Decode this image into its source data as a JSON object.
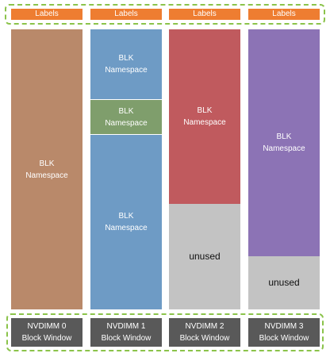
{
  "labels": [
    "Labels",
    "Labels",
    "Labels",
    "Labels"
  ],
  "columns": [
    {
      "segments": [
        {
          "line1": "BLK",
          "line2": "Namespace"
        }
      ]
    },
    {
      "segments": [
        {
          "line1": "BLK",
          "line2": "Namespace"
        },
        {
          "line1": "BLK",
          "line2": "Namespace"
        },
        {
          "line1": "BLK",
          "line2": "Namespace"
        }
      ]
    },
    {
      "segments": [
        {
          "line1": "BLK",
          "line2": "Namespace"
        },
        {
          "line1": "unused"
        }
      ]
    },
    {
      "segments": [
        {
          "line1": "BLK",
          "line2": "Namespace"
        },
        {
          "line1": "unused"
        }
      ]
    }
  ],
  "footers": [
    {
      "line1": "NVDIMM 0",
      "line2": "Block Window"
    },
    {
      "line1": "NVDIMM 1",
      "line2": "Block Window"
    },
    {
      "line1": "NVDIMM 2",
      "line2": "Block Window"
    },
    {
      "line1": "NVDIMM 3",
      "line2": "Block Window"
    }
  ],
  "colors": {
    "label_orange": "#ee7d31",
    "group_dash_green": "#8bc34a",
    "blk_brown": "#b9896a",
    "blk_blue": "#6e9bc5",
    "blk_green": "#7f9e6c",
    "blk_red": "#c05a5e",
    "blk_purple": "#8c73b5",
    "unused_gray": "#c3c3c3",
    "footer_dark": "#595959"
  }
}
